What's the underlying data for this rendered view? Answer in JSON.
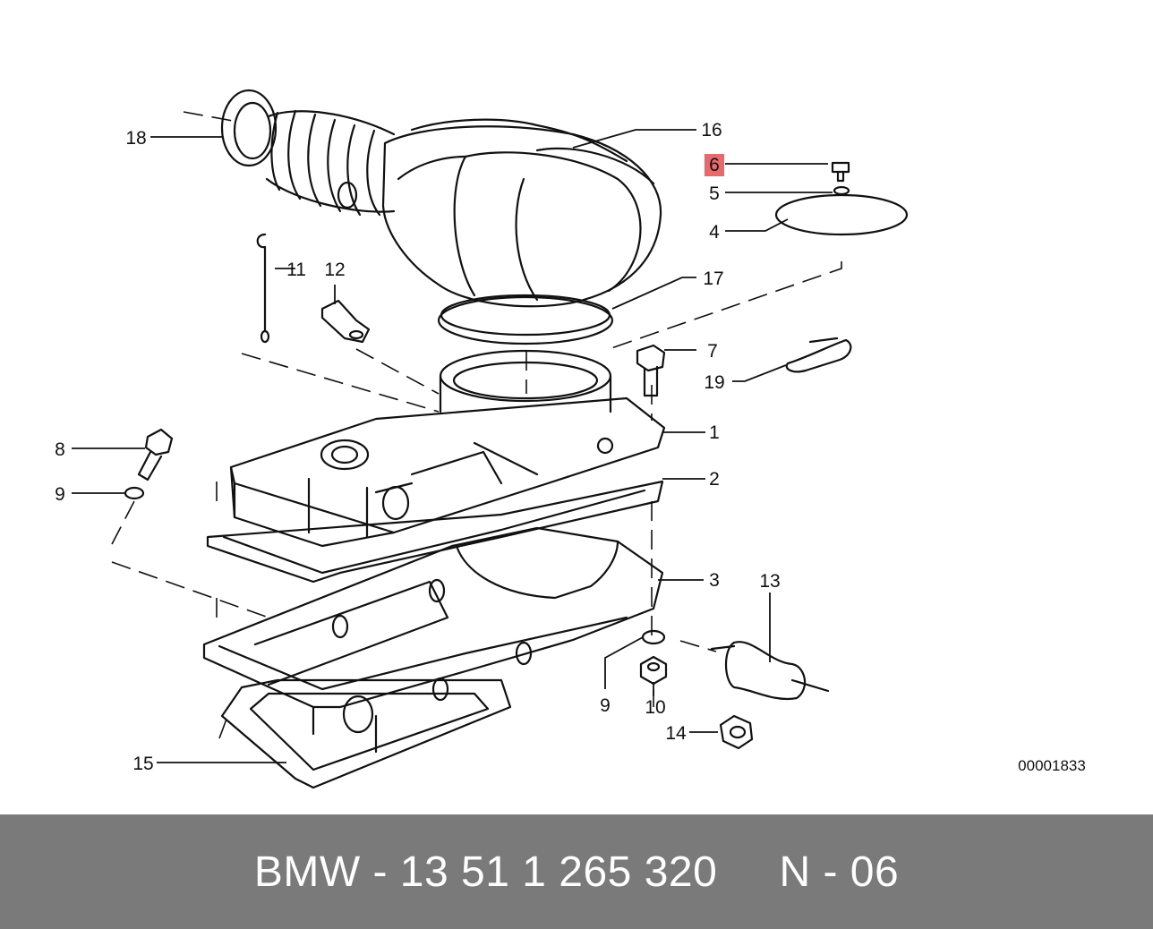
{
  "diagram": {
    "callouts": [
      "1",
      "2",
      "3",
      "4",
      "5",
      "6",
      "7",
      "8",
      "9",
      "9",
      "10",
      "11",
      "12",
      "13",
      "14",
      "15",
      "16",
      "17",
      "18",
      "19"
    ],
    "highlighted_callout": "6",
    "highlight_color": "#e8696c",
    "drawing_code": "00001833"
  },
  "caption": {
    "text": "BMW - 13 51 1 265 320     N - 06",
    "background_color": "#7a7a7a",
    "text_color": "#ffffff"
  }
}
